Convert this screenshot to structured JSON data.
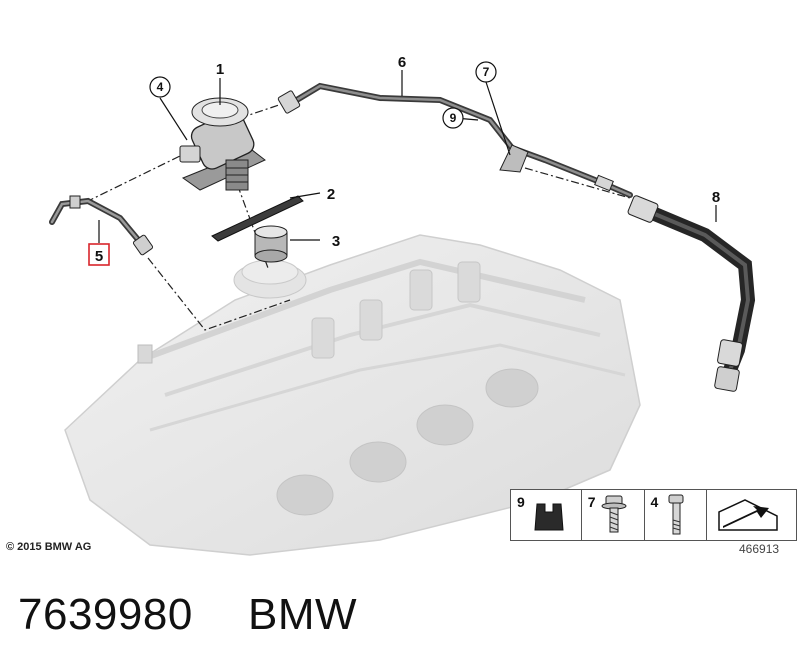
{
  "diagram": {
    "callouts": [
      {
        "id": "c1",
        "label": "1",
        "circled": false,
        "highlighted": false
      },
      {
        "id": "c2",
        "label": "2",
        "circled": false,
        "highlighted": false
      },
      {
        "id": "c3",
        "label": "3",
        "circled": false,
        "highlighted": false
      },
      {
        "id": "c4",
        "label": "4",
        "circled": true,
        "highlighted": false
      },
      {
        "id": "c5",
        "label": "5",
        "circled": false,
        "highlighted": true
      },
      {
        "id": "c6",
        "label": "6",
        "circled": false,
        "highlighted": false
      },
      {
        "id": "c7",
        "label": "7",
        "circled": true,
        "highlighted": false
      },
      {
        "id": "c8",
        "label": "8",
        "circled": false,
        "highlighted": false
      },
      {
        "id": "c9",
        "label": "9",
        "circled": true,
        "highlighted": false
      }
    ],
    "highlight_color": "#d9252b"
  },
  "legend": {
    "items": [
      {
        "label": "9",
        "icon": "rubber-grommet-icon"
      },
      {
        "label": "7",
        "icon": "screw-icon"
      },
      {
        "label": "4",
        "icon": "bolt-icon"
      },
      {
        "label": "",
        "icon": "bmw-arrow-symbol-icon"
      }
    ]
  },
  "footer": {
    "copyright": "© 2015 BMW AG",
    "drawing_id": "466913",
    "part_number": "7639980",
    "brand": "BMW"
  }
}
